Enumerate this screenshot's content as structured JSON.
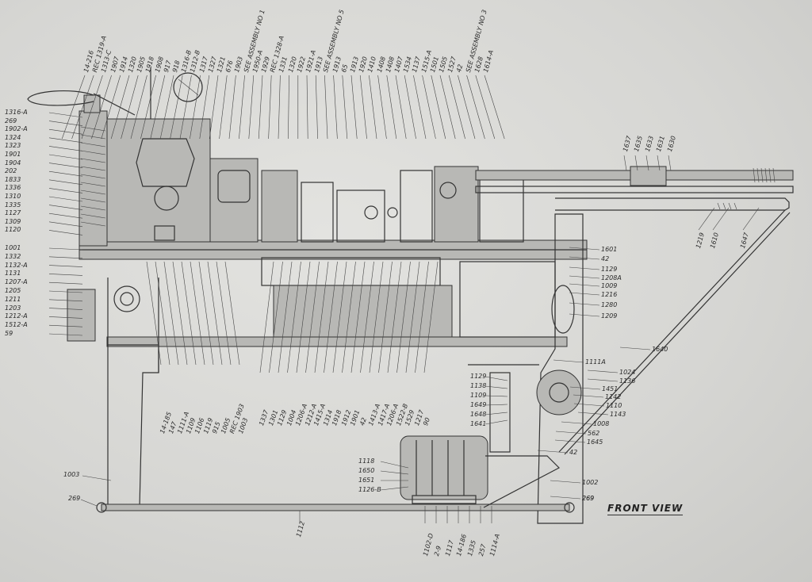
{
  "title": "FRONT VIEW",
  "left_labels": [
    "1316-A",
    "269",
    "1902-A",
    "1324",
    "1323",
    "1901",
    "1904",
    "202",
    "1833",
    "1336",
    "1310",
    "1335",
    "1127",
    "1309",
    "1120",
    "1001",
    "1332",
    "1132-A",
    "1131",
    "1207-A",
    "1205",
    "1211",
    "1203",
    "1212-A",
    "1512-A",
    "59"
  ],
  "top_labels": [
    "14-216",
    "REC 1319-A",
    "1313-C",
    "1907",
    "1914",
    "1320",
    "1905",
    "1918",
    "1908",
    "917",
    "918",
    "1316-B",
    "1312-B",
    "1317",
    "1327",
    "1321",
    "676",
    "1903",
    "SEE ASSEMBLY NO 1",
    "1950-A",
    "1929",
    "REC 1328-A",
    "1331",
    "1320",
    "1922",
    "1921-A",
    "1913",
    "SEE ASSEMBLY NO 5",
    "1913",
    "65",
    "1913",
    "1920",
    "1410",
    "1408",
    "1408",
    "1407",
    "1534",
    "1137",
    "1515-A",
    "1501",
    "1505",
    "1527",
    "42",
    "SEE ASSEMBLY NO 3",
    "1628",
    "1614-A"
  ],
  "top_right_labels": [
    "1637",
    "1635",
    "1633",
    "1631",
    "1630"
  ],
  "right_upper_labels": [
    "1219",
    "1610",
    "1647"
  ],
  "right_labels": [
    "1601",
    "42",
    "1129",
    "1208A",
    "1009",
    "1216",
    "1280",
    "1209",
    "1640",
    "1111A",
    "1024",
    "1136",
    "1451",
    "1142",
    "1110",
    "1143",
    "1008",
    "562",
    "1645",
    "42",
    "1002",
    "269"
  ],
  "bottom_labels_a": [
    "14-185",
    "147",
    "1111-A",
    "1109",
    "1106",
    "1119",
    "915",
    "1005",
    "REC 1903",
    "1003"
  ],
  "bottom_labels_b": [
    "1337",
    "1301",
    "1129",
    "1004",
    "1206-A",
    "1212-A",
    "1415-A",
    "1314",
    "1918",
    "1912",
    "1901",
    "42",
    "1413-A",
    "1417-A",
    "1206-A",
    "1522-B",
    "1529",
    "1217",
    "90"
  ],
  "motor_labels_left": [
    "1129",
    "1138",
    "1109",
    "1649",
    "1648",
    "1641"
  ],
  "motor_labels": [
    "1118",
    "1650",
    "1651",
    "1126-B"
  ],
  "bottom_row_labels": [
    "1102-D",
    "2-9",
    "1117",
    "14-186",
    "1335",
    "257",
    "1114-A"
  ],
  "misc_labels": {
    "left_leg": "1003",
    "left_foot": "269",
    "bar": "1112",
    "right_foot": "269"
  }
}
